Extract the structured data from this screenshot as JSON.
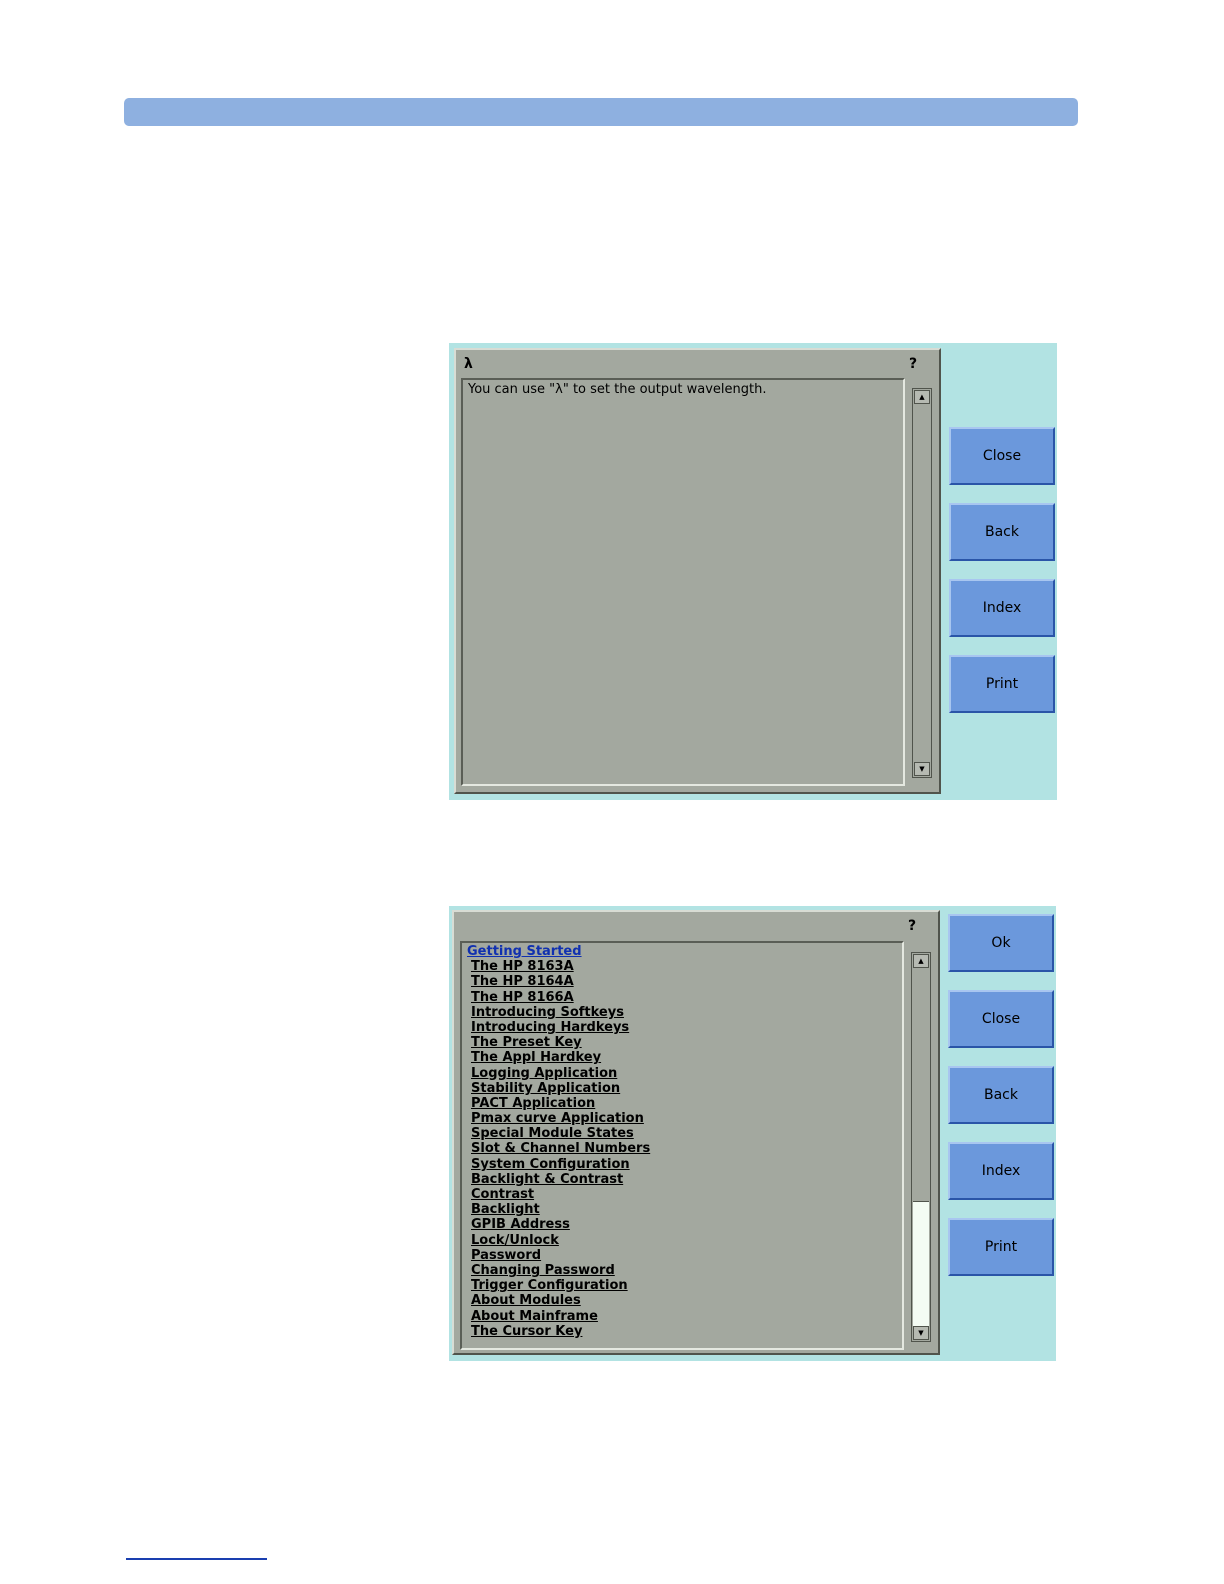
{
  "dialog1": {
    "title": "λ",
    "help_icon": "?",
    "message": "You can use \"λ\" to set the output wavelength.",
    "buttons": [
      "Close",
      "Back",
      "Index",
      "Print"
    ]
  },
  "dialog2": {
    "help_icon": "?",
    "topics": [
      "Getting Started",
      "The HP 8163A",
      "The HP 8164A",
      "The HP 8166A",
      "Introducing Softkeys",
      "Introducing Hardkeys",
      "The Preset Key",
      "The Appl Hardkey",
      "Logging Application",
      "Stability Application",
      "PACT Application",
      "Pmax curve Application",
      "Special Module States",
      "Slot & Channel Numbers",
      "System Configuration",
      "Backlight & Contrast",
      "Contrast",
      "Backlight",
      "GPIB Address",
      "Lock/Unlock",
      "Password",
      "Changing Password",
      "Trigger Configuration",
      "About Modules",
      "About Mainframe",
      "The Cursor Key"
    ],
    "selected_topic": "Getting Started",
    "buttons": [
      "Ok",
      "Close",
      "Back",
      "Index",
      "Print"
    ]
  },
  "icons": {
    "scroll_up": "▲",
    "scroll_down": "▼"
  },
  "colors": {
    "panel_bg": "#b2e3e3",
    "window_gray": "#a3a89f",
    "button_blue": "#6b98dc",
    "header_bar": "#8eb0e0"
  }
}
